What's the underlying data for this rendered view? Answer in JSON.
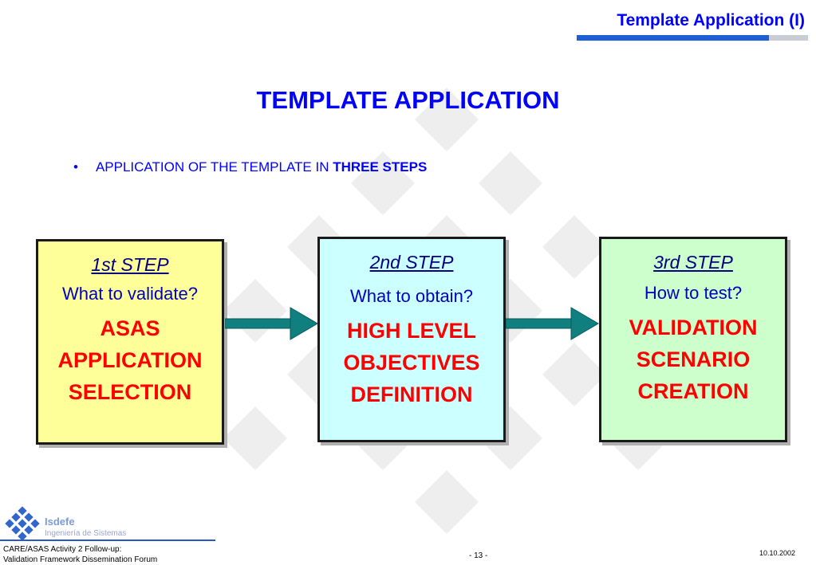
{
  "header": {
    "title": "Template Application (I)"
  },
  "main": {
    "title": "TEMPLATE APPLICATION",
    "bullet": {
      "marker": "•",
      "text_prefix": "APPLICATION OF THE TEMPLATE IN ",
      "text_bold": "THREE STEPS"
    }
  },
  "steps": [
    {
      "label": "1st STEP",
      "question": "What to validate?",
      "result_lines": [
        "ASAS",
        "APPLICATION",
        "SELECTION"
      ],
      "background": "#ffff99"
    },
    {
      "label": "2nd STEP",
      "question": "What to obtain?",
      "result_lines": [
        "HIGH LEVEL",
        "OBJECTIVES",
        "DEFINITION"
      ],
      "background": "#ccffff"
    },
    {
      "label": "3rd STEP",
      "question": "How  to test?",
      "result_lines": [
        "VALIDATION",
        "SCENARIO",
        "CREATION"
      ],
      "background": "#ccffcc"
    }
  ],
  "colors": {
    "title_blue": "#0000ff",
    "result_red": "#ff0000",
    "arrow_teal": "#0f7f7f"
  },
  "footer": {
    "logo_name": "Isdefe",
    "logo_sub": "Ingeniería de Sistemas",
    "left_line1": "CARE/ASAS Activity 2 Follow-up:",
    "left_line2": "Validation Framework Dissemination Forum",
    "page": "- 13 -",
    "date": "10.10.2002"
  }
}
